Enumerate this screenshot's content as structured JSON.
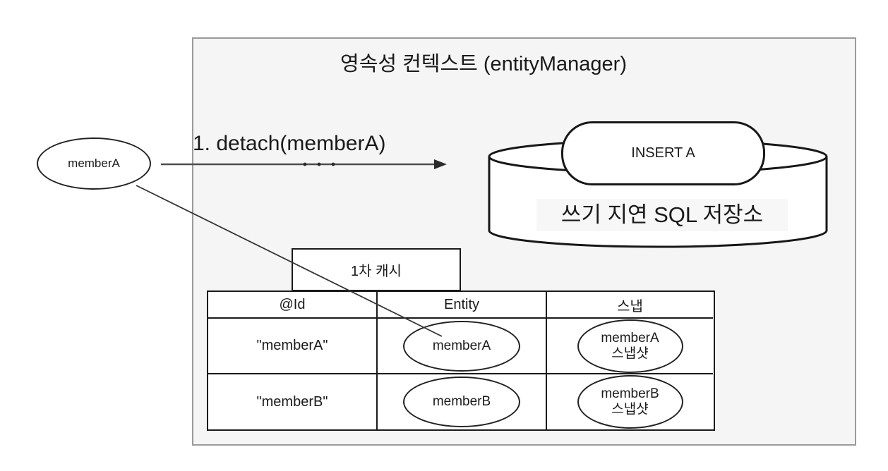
{
  "colors": {
    "container_fill": "#f5f5f5",
    "container_border": "#9a9a9a",
    "shape_border": "#171717",
    "shape_fill": "#ffffff",
    "arrow": "#4d4d4d"
  },
  "container": {
    "title": "영속성 컨텍스트 (entityManager)"
  },
  "detached_entity": {
    "label": "memberA"
  },
  "detach_action": {
    "label": "1. detach(memberA)"
  },
  "sql_store": {
    "pending_statement": "INSERT A",
    "label": "쓰기 지연 SQL 저장소"
  },
  "first_level_cache": {
    "title": "1차 캐시",
    "columns": [
      "@Id",
      "Entity",
      "스냅"
    ],
    "rows": [
      {
        "id": "\"memberA\"",
        "entity": "memberA",
        "snapshot_line1": "memberA",
        "snapshot_line2": "스냅샷"
      },
      {
        "id": "\"memberB\"",
        "entity": "memberB",
        "snapshot_line1": "memberB",
        "snapshot_line2": "스냅샷"
      }
    ]
  }
}
